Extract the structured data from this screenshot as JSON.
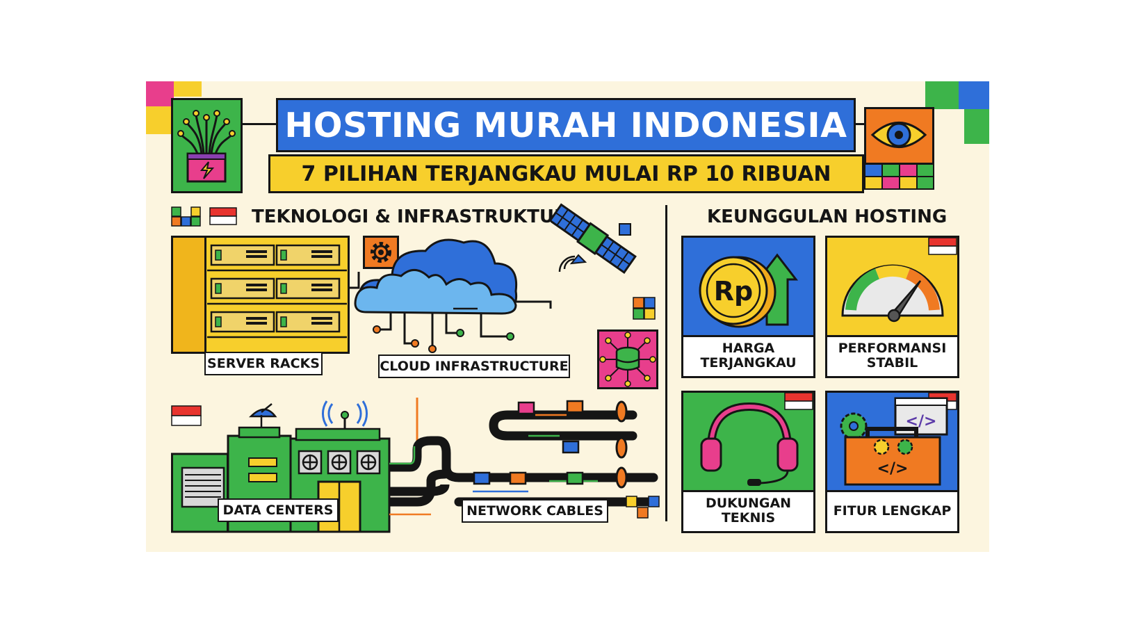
{
  "colors": {
    "blue": "#2f6fd9",
    "yellow": "#f7cf2c",
    "green": "#3db44a",
    "pink": "#e83e8c",
    "orange": "#f07a22",
    "cream": "#fcf5df",
    "ink": "#151515"
  },
  "header": {
    "title": "HOSTING MURAH INDONESIA",
    "subtitle": "7 PILIHAN TERJANGKAU MULAI RP 10 RIBUAN",
    "left_icon": "power-splitter-icon",
    "right_icon": "eye-icon"
  },
  "tech": {
    "heading": "TEKNOLOGI & INFRASTRUKTUR",
    "labels": {
      "server_racks": "SERVER RACKS",
      "cloud": "CLOUD INFRASTRUCTURE",
      "data_centers": "DATA CENTERS",
      "network_cables": "NETWORK CABLES"
    },
    "icons": [
      "server-rack-icon",
      "cloud-icon",
      "satellite-icon",
      "gear-icon",
      "database-network-icon",
      "data-center-building-icon",
      "satellite-dish-icon",
      "antenna-icon",
      "network-cable-icon",
      "indonesia-flag-icon"
    ]
  },
  "advantages": {
    "heading": "KEUNGGULAN HOSTING",
    "cards": [
      {
        "line1": "HARGA",
        "line2": "TERJANGKAU",
        "icon": "rupiah-coin-icon",
        "coin_text": "Rp"
      },
      {
        "line1": "PERFORMANSI",
        "line2": "STABIL",
        "icon": "speedometer-icon"
      },
      {
        "line1": "DUKUNGAN",
        "line2": "TEKNIS",
        "icon": "headset-icon"
      },
      {
        "line1": "FITUR LENGKAP",
        "line2": "",
        "icon": "toolbox-code-icon",
        "code_text": "</>"
      }
    ]
  }
}
